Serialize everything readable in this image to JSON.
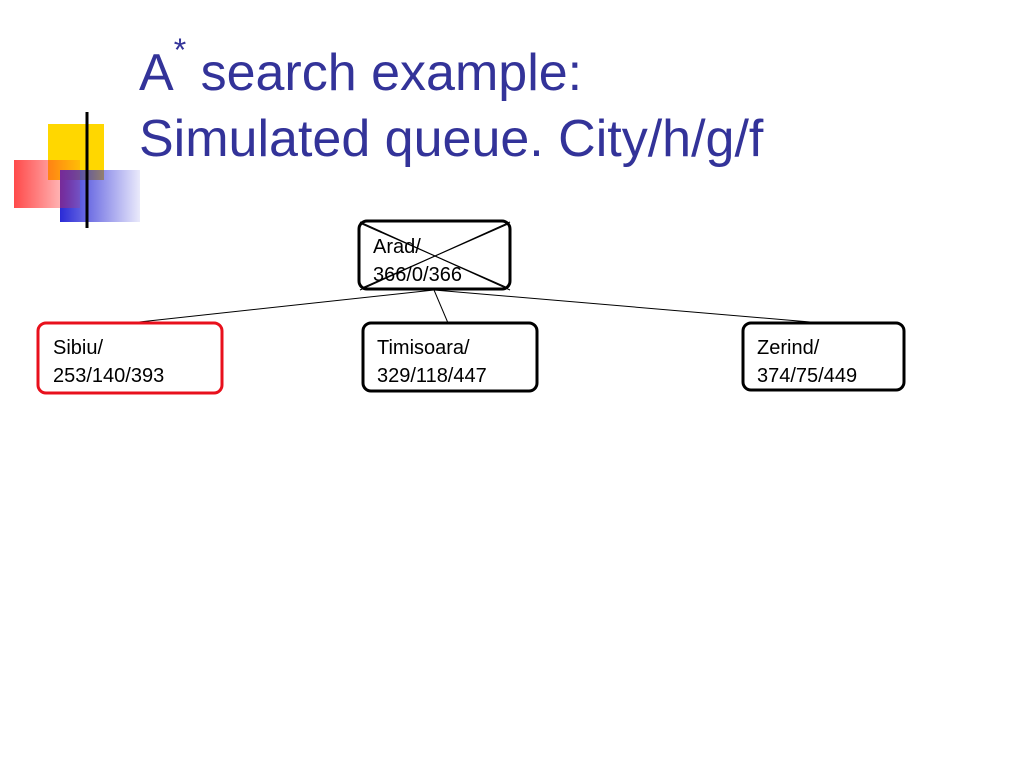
{
  "slide": {
    "title": {
      "line1_prefix": "A",
      "line1_sup": "*",
      "line1_suffix": " search example:",
      "line2": "Simulated queue.  City/h/g/f"
    },
    "colors": {
      "title": "#333399",
      "node_border": "#000000",
      "highlight_border": "#e8101c",
      "decor_yellow": "#ffd700",
      "decor_red": "#ff2a2a",
      "decor_blue": "#2a2ad6"
    }
  },
  "tree": {
    "root": {
      "city": "Arad/",
      "values": "366/0/366",
      "crossed_out": true
    },
    "children": [
      {
        "city": "Sibiu/",
        "values": "253/140/393",
        "highlighted": true
      },
      {
        "city": "Timisoara/",
        "values": "329/118/447",
        "highlighted": false
      },
      {
        "city": "Zerind/",
        "values": "374/75/449",
        "highlighted": false
      }
    ]
  }
}
